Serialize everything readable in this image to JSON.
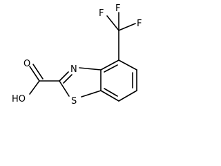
{
  "molecule": {
    "atoms": {
      "fluorine_1": "F",
      "fluorine_2": "F",
      "fluorine_3": "F",
      "nitrogen": "N",
      "sulfur": "S",
      "carbonyl_oxygen": "O",
      "hydroxyl": "HO"
    }
  },
  "colors": {
    "bond": "#000000",
    "label": "#000000",
    "background": "#ffffff"
  }
}
